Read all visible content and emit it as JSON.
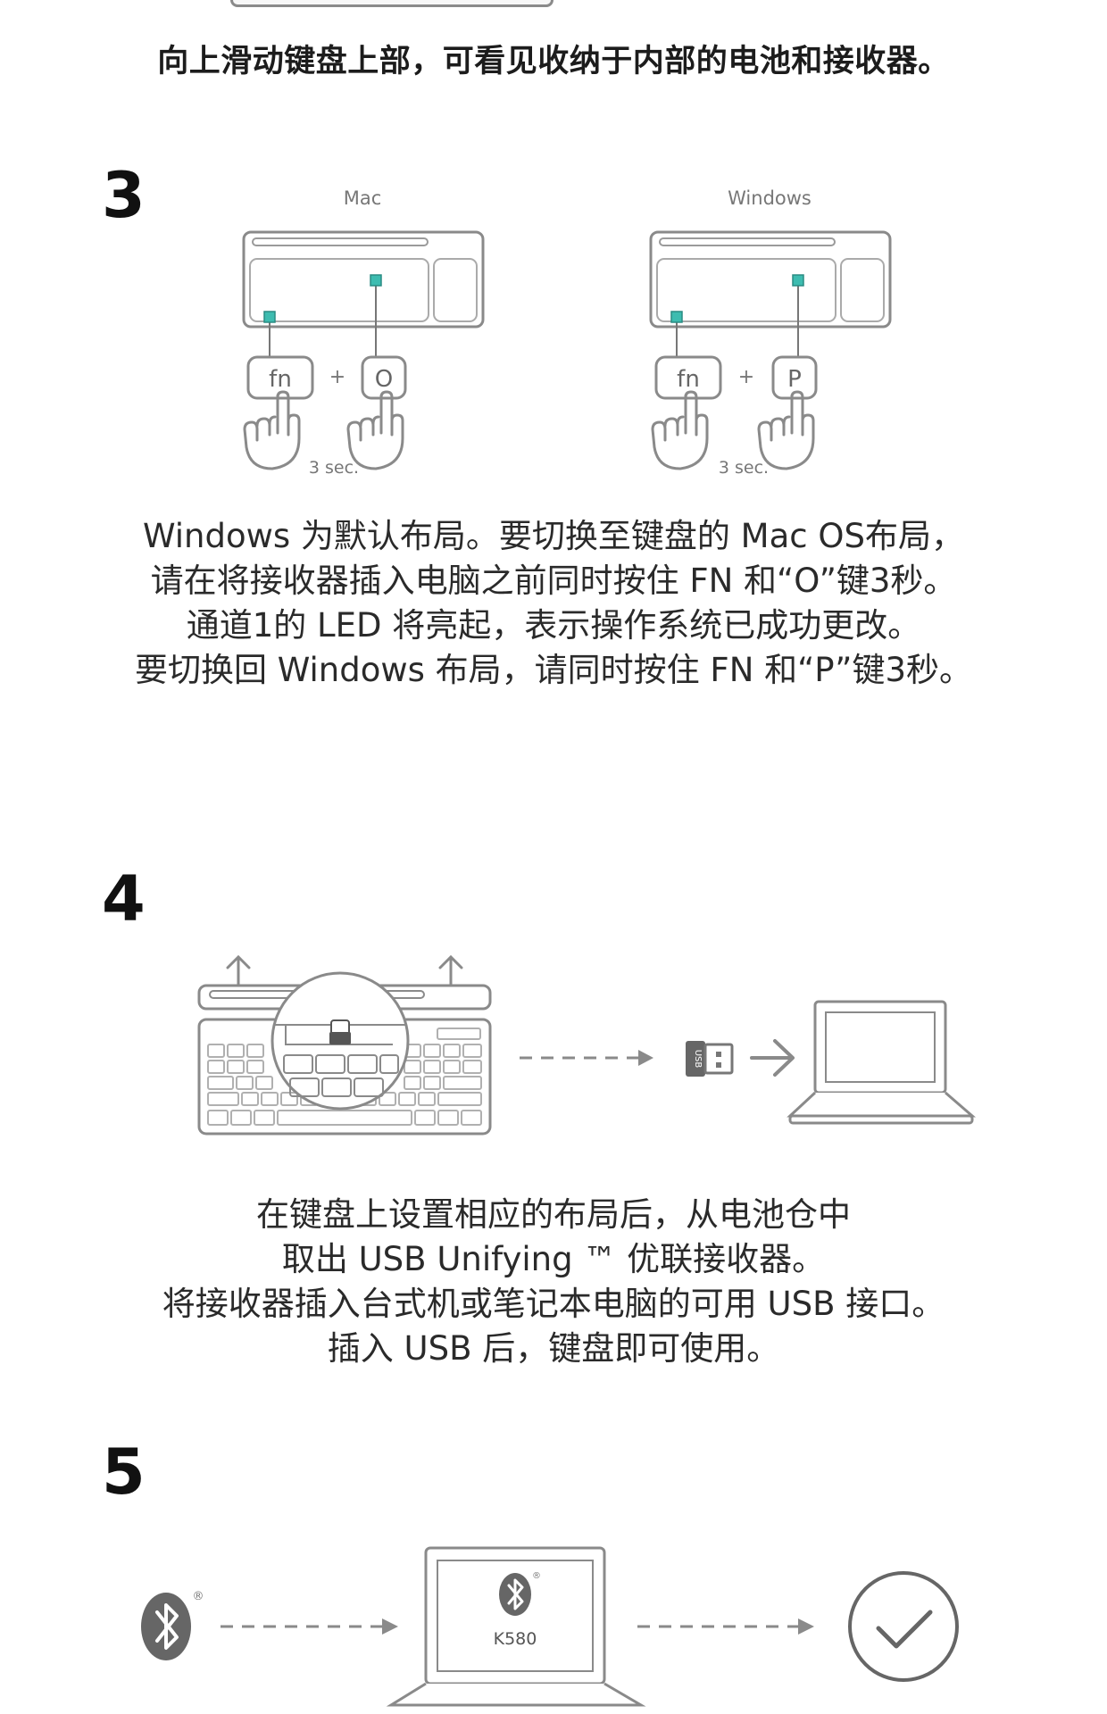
{
  "intro_text": "向上滑动键盘上部，可看见收纳于内部的电池和接收器。",
  "step3": {
    "number": "3",
    "mac": {
      "label": "Mac",
      "key1": "fn",
      "key2": "O",
      "plus": "+",
      "duration": "3 sec."
    },
    "windows": {
      "label": "Windows",
      "key1": "fn",
      "key2": "P",
      "plus": "+",
      "duration": "3 sec."
    },
    "lines": [
      "Windows 为默认布局。要切换至键盘的 Mac OS布局，",
      "请在将接收器插入电脑之前同时按住 FN 和“O”键3秒。",
      "通道1的 LED 将亮起，表示操作系统已成功更改。",
      "要切换回 Windows 布局，请同时按住 FN 和“P”键3秒。"
    ]
  },
  "step4": {
    "number": "4",
    "usb_label": "USB",
    "lines": [
      "在键盘上设置相应的布局后，从电池仓中",
      "取出 USB Unifying ™ 优联接收器。",
      "将接收器插入台式机或笔记本电脑的可用 USB 接口。",
      "插入 USB 后，键盘即可使用。"
    ]
  },
  "step5": {
    "number": "5",
    "device_name": "K580",
    "registered_mark": "®"
  },
  "colors": {
    "accent_teal": "#3dbcb0",
    "line_gray": "#8a8a8a",
    "text": "#2a2a2a"
  }
}
